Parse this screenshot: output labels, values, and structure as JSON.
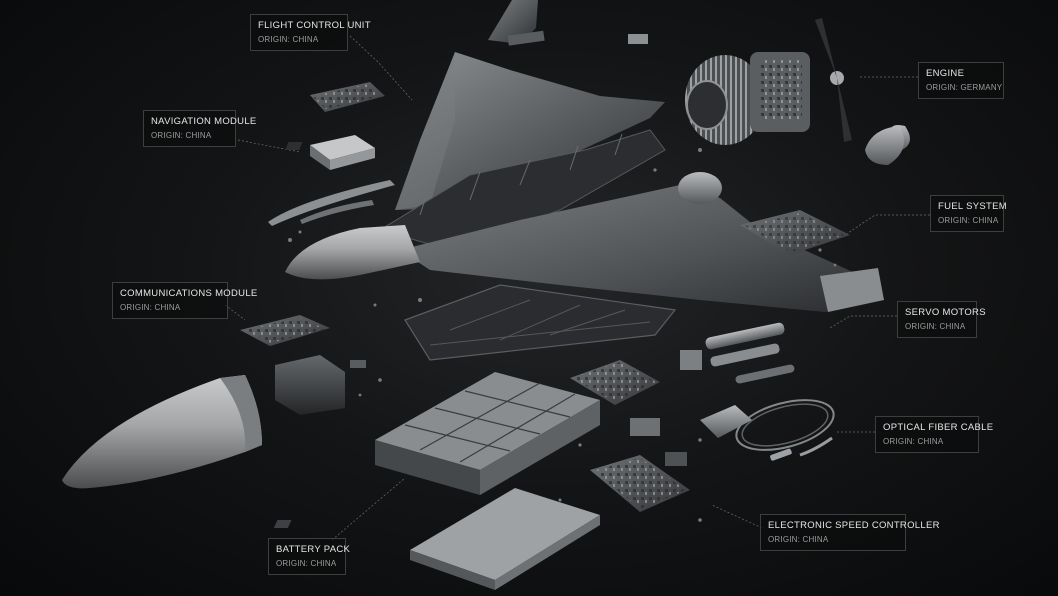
{
  "callouts": {
    "flight_control_unit": {
      "name": "FLIGHT CONTROL UNIT",
      "origin": "ORIGIN: CHINA"
    },
    "navigation_module": {
      "name": "NAVIGATION MODULE",
      "origin": "ORIGIN: CHINA"
    },
    "communications_module": {
      "name": "COMMUNICATIONS MODULE",
      "origin": "ORIGIN: CHINA"
    },
    "battery_pack": {
      "name": "BATTERY PACK",
      "origin": "ORIGIN: CHINA"
    },
    "engine": {
      "name": "ENGINE",
      "origin": "ORIGIN: GERMANY"
    },
    "fuel_system": {
      "name": "FUEL SYSTEM",
      "origin": "ORIGIN: CHINA"
    },
    "servo_motors": {
      "name": "SERVO MOTORS",
      "origin": "ORIGIN: CHINA"
    },
    "optical_fiber_cable": {
      "name": "OPTICAL FIBER CABLE",
      "origin": "ORIGIN: CHINA"
    },
    "electronic_speed_controller": {
      "name": "ELECTRONIC SPEED CONTROLLER",
      "origin": "ORIGIN: CHINA"
    }
  },
  "colors": {
    "background": "#0b0c0d",
    "metal_light": "#b7b9bb",
    "metal_dark": "#3a3c3f",
    "leader_line": "#6b6d70"
  }
}
